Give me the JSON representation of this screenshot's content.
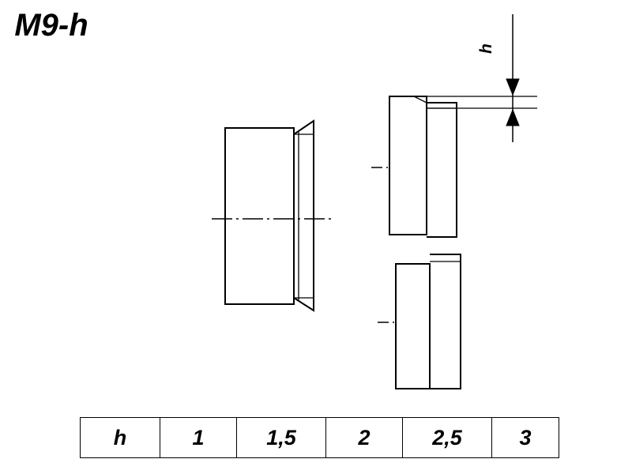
{
  "title": "M9-h",
  "dimension_label": "h",
  "colors": {
    "line": "#000000",
    "background": "#ffffff"
  },
  "table": {
    "row": [
      "h",
      "1",
      "1,5",
      "2",
      "2,5",
      "3"
    ]
  },
  "drawing": {
    "parts": [
      {
        "name": "main-bushing-section",
        "description": "large bushing cross-section with flange on right"
      },
      {
        "name": "upper-small-part",
        "description": "small stepped part, upper right"
      },
      {
        "name": "lower-small-part",
        "description": "small stepped part, lower right"
      }
    ],
    "centerlines": [
      "main-centerline",
      "upper-part-centerline",
      "lower-part-centerline"
    ],
    "dimension_arrows": "h-thickness-arrows"
  }
}
